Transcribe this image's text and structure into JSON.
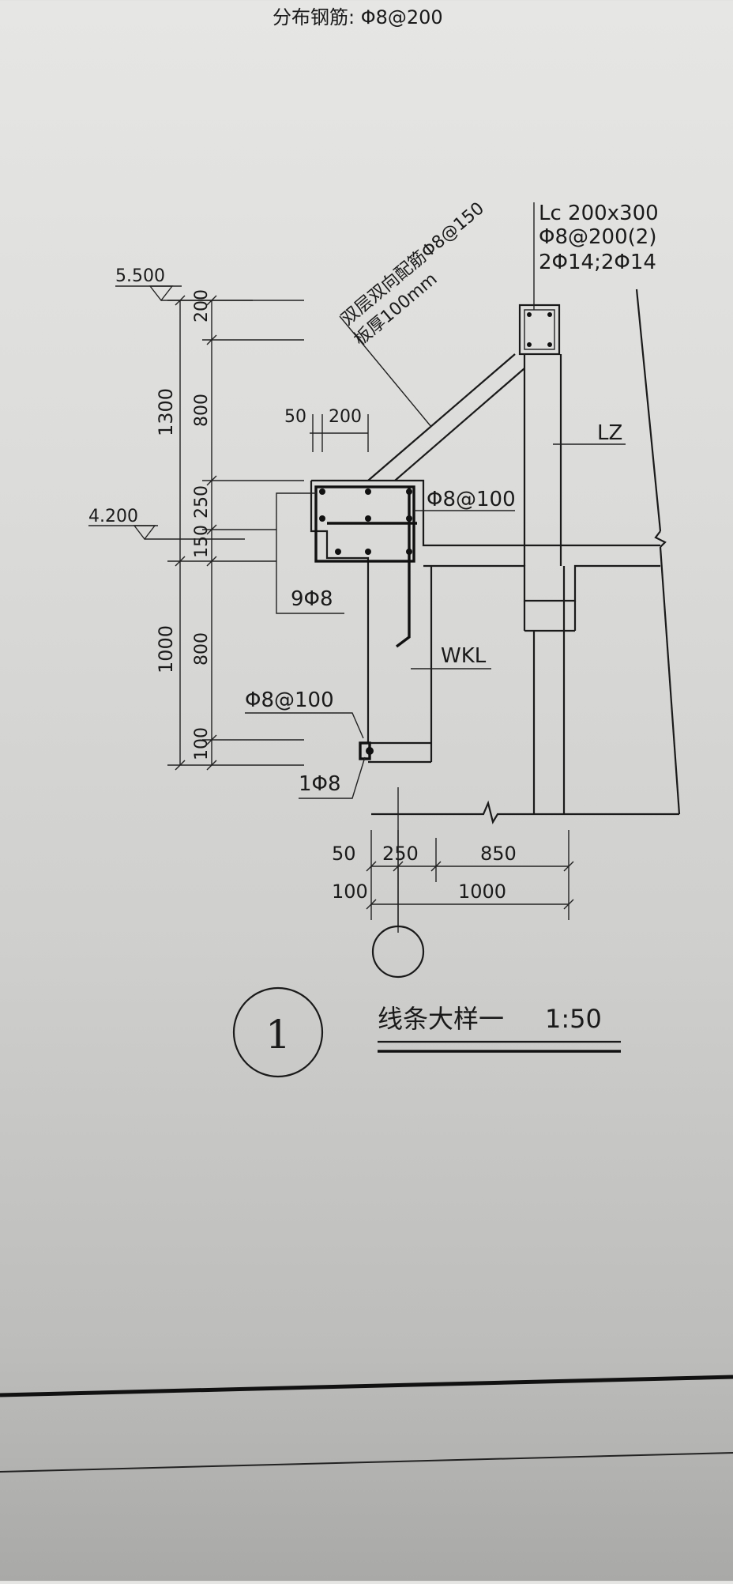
{
  "header": {
    "note": "分布钢筋: Φ8@200"
  },
  "annotations": {
    "slab": {
      "line1": "双层双向配筋Φ8@150",
      "line2": "板厚100mm"
    },
    "column_lc": {
      "line1": "Lc 200x300",
      "line2": "Φ8@200(2)",
      "line3": "2Φ14;2Φ14"
    },
    "lz_label": "LZ",
    "stirrup_top": "Φ8@100",
    "longitudinal": "9Φ8",
    "beam_label": "WKL",
    "stirrup_bottom": "Φ8@100",
    "bottom_bar": "1Φ8"
  },
  "elevations": {
    "top": "5.500",
    "mid": "4.200"
  },
  "dimensions": {
    "left_outer": [
      "1300",
      "1000"
    ],
    "left_inner": [
      "200",
      "800",
      "250",
      "150",
      "800",
      "100"
    ],
    "top": [
      "50",
      "200"
    ],
    "bottom_row1": [
      "50",
      "250",
      "850"
    ],
    "bottom_row2": [
      "100",
      "1000"
    ]
  },
  "title": {
    "number": "1",
    "text": "线条大样一",
    "scale": "1:50"
  }
}
